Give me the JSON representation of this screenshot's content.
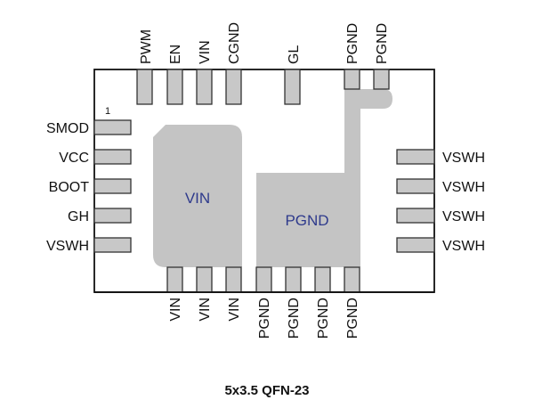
{
  "diagram": {
    "caption": "5x3.5 QFN-23",
    "pin1_marker": "1",
    "colors": {
      "pad_fill": "#c4c4c4",
      "pin_fill": "#c8c8c8",
      "pad_label": "#2e3a8c",
      "outline": "#111111"
    },
    "top_pins": [
      "PWM",
      "EN",
      "VIN",
      "CGND",
      "GL",
      "PGND",
      "PGND"
    ],
    "left_pins": [
      "SMOD",
      "VCC",
      "BOOT",
      "GH",
      "VSWH"
    ],
    "right_pins": [
      "VSWH",
      "VSWH",
      "VSWH",
      "VSWH"
    ],
    "bottom_pins": [
      "VIN",
      "VIN",
      "VIN",
      "PGND",
      "PGND",
      "PGND",
      "PGND"
    ],
    "pads": {
      "vin": "VIN",
      "pgnd": "PGND"
    }
  }
}
